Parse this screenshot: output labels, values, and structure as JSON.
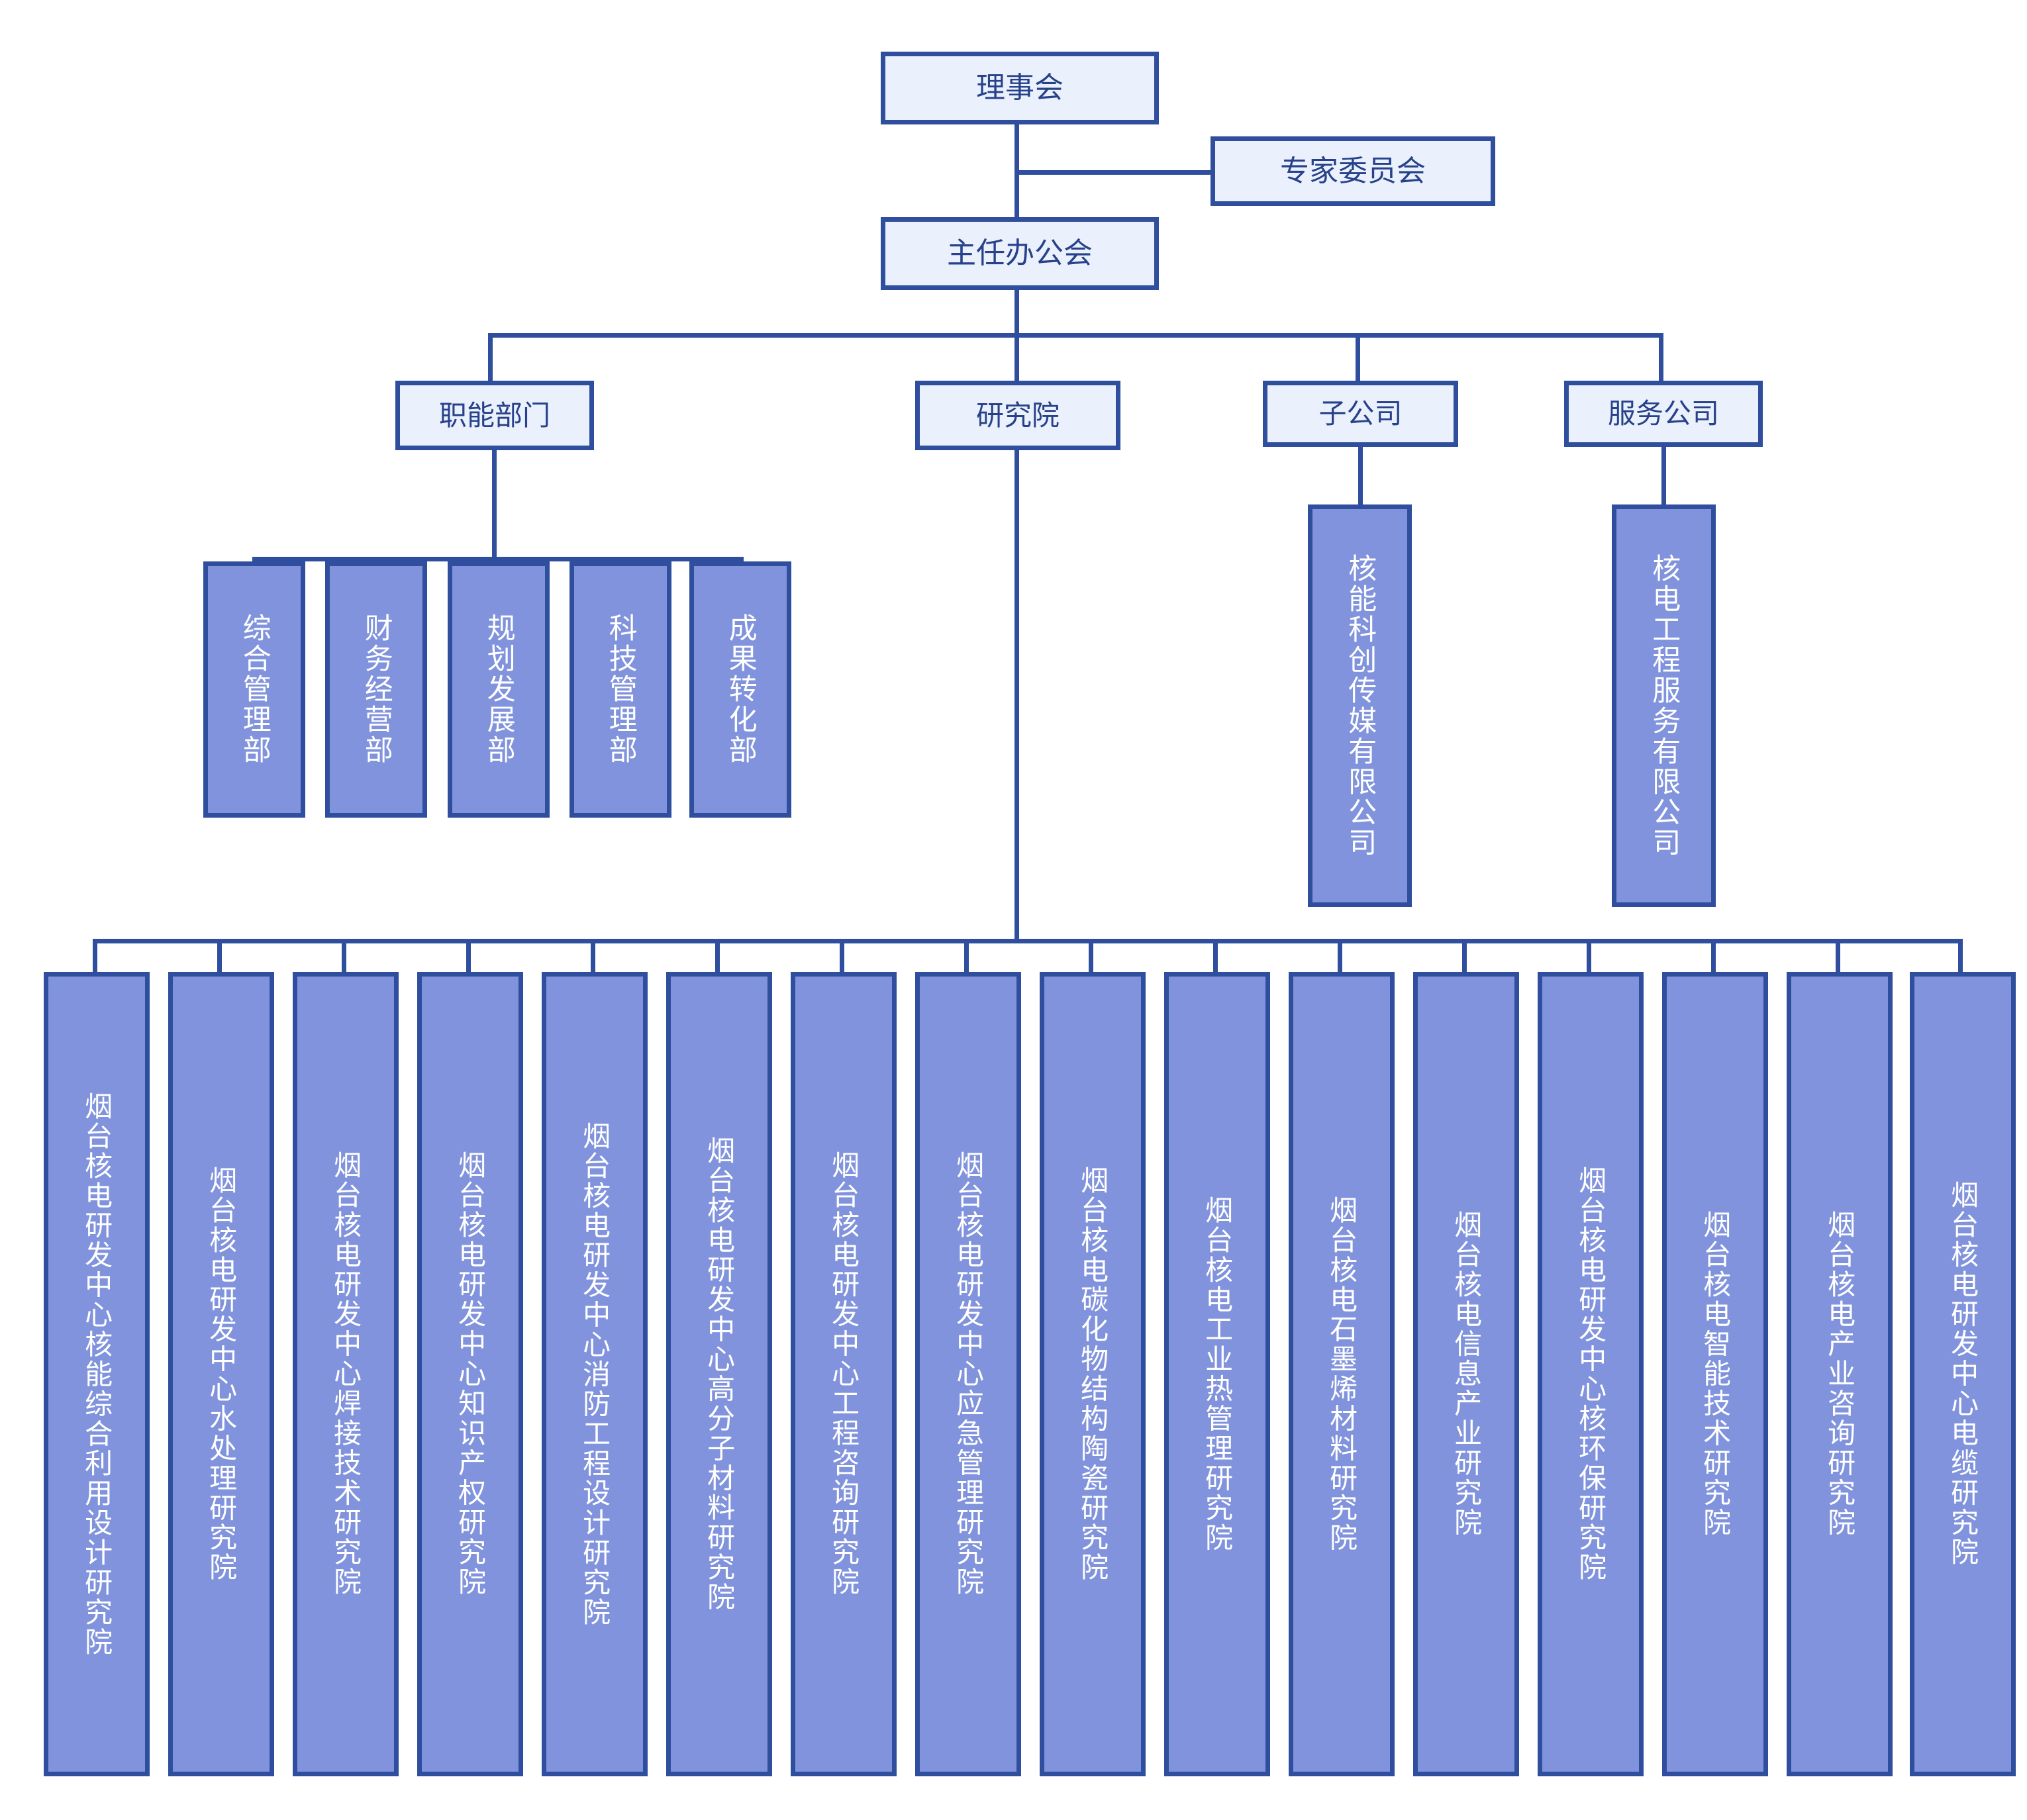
{
  "colors": {
    "line": "#2f4f9e",
    "box_border": "#2f4f9e",
    "box_light_fill": "#eaf1fc",
    "box_light_text": "#27418a",
    "box_solid_fill": "#8093dc",
    "box_solid_text": "#ffffff",
    "background": "#ffffff"
  },
  "chart_data": {
    "type": "diagram",
    "title": "",
    "orientation": "top-down organizational chart",
    "levels": 5
  },
  "root": {
    "label": "理事会"
  },
  "advisory": {
    "label": "专家委员会"
  },
  "executive": {
    "label": "主任办公会"
  },
  "divisions": [
    {
      "label": "职能部门"
    },
    {
      "label": "研究院"
    },
    {
      "label": "子公司"
    },
    {
      "label": "服务公司"
    }
  ],
  "departments": [
    {
      "label": "综合管理部"
    },
    {
      "label": "财务经营部"
    },
    {
      "label": "规划发展部"
    },
    {
      "label": "科技管理部"
    },
    {
      "label": "成果转化部"
    }
  ],
  "subsidiaries": [
    {
      "label": "核能科创传媒有限公司"
    }
  ],
  "service_companies": [
    {
      "label": "核电工程服务有限公司"
    }
  ],
  "institutes": [
    {
      "label": "烟台核电研发中心核能综合利用设计研究院"
    },
    {
      "label": "烟台核电研发中心水处理研究院"
    },
    {
      "label": "烟台核电研发中心焊接技术研究院"
    },
    {
      "label": "烟台核电研发中心知识产权研究院"
    },
    {
      "label": "烟台核电研发中心消防工程设计研究院"
    },
    {
      "label": "烟台核电研发中心高分子材料研究院"
    },
    {
      "label": "烟台核电研发中心工程咨询研究院"
    },
    {
      "label": "烟台核电研发中心应急管理研究院"
    },
    {
      "label": "烟台核电碳化物结构陶瓷研究院"
    },
    {
      "label": "烟台核电工业热管理研究院"
    },
    {
      "label": "烟台核电石墨烯材料研究院"
    },
    {
      "label": "烟台核电信息产业研究院"
    },
    {
      "label": "烟台核电研发中心核环保研究院"
    },
    {
      "label": "烟台核电智能技术研究院"
    },
    {
      "label": "烟台核电产业咨询研究院"
    },
    {
      "label": "烟台核电研发中心电缆研究院"
    }
  ]
}
